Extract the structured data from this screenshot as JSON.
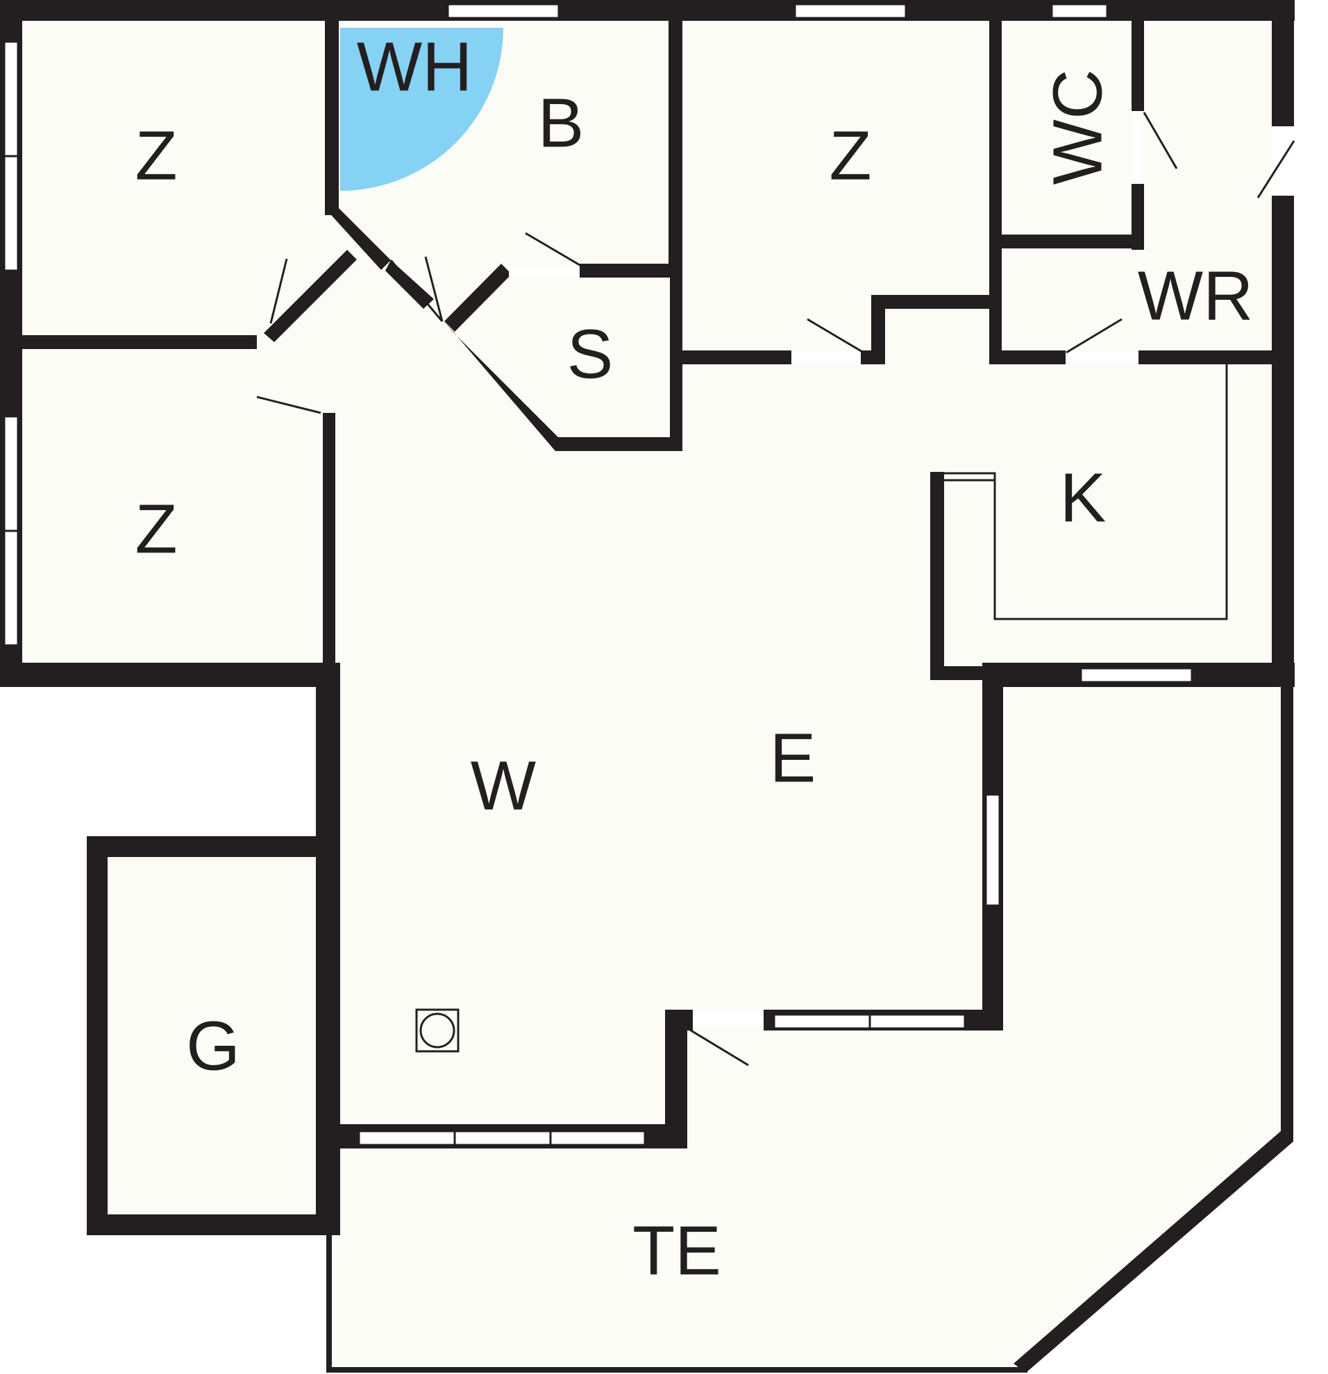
{
  "floorplan": {
    "rooms": {
      "bedroom_top_left": "Z",
      "bedroom_mid_left": "Z",
      "bedroom_top_center": "Z",
      "bathroom": "B",
      "water_heater": "WH",
      "storage": "S",
      "toilet": "WC",
      "washroom": "WR",
      "kitchen": "K",
      "living": "W",
      "dining": "E",
      "garage": "G",
      "terrace": "TE"
    },
    "colors": {
      "wall": "#231f20",
      "floor": "#fcfcf7",
      "water_heater": "#85d2f5"
    }
  }
}
